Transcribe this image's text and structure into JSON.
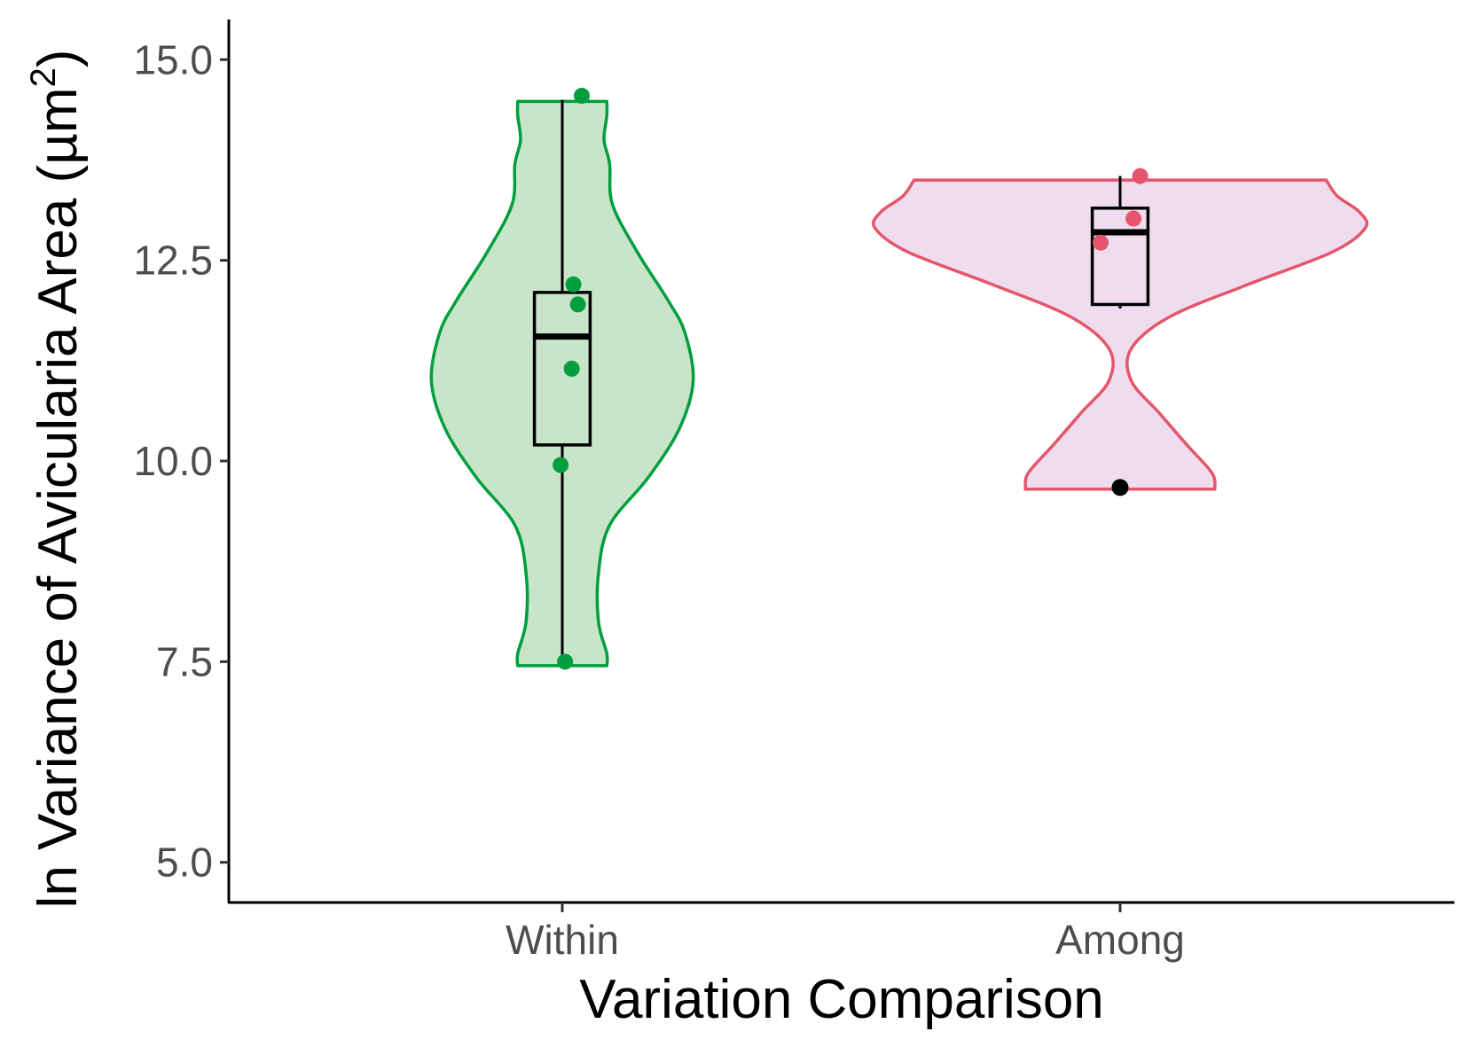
{
  "chart_data": {
    "type": "violin",
    "xlabel": "Variation Comparison",
    "ylabel": {
      "main": "ln Variance of Avicularia Area (",
      "unit": "µm",
      "superscript": "2",
      "close": ")"
    },
    "ylim": [
      4.5,
      15.5
    ],
    "yticks": [
      "5.0",
      "7.5",
      "10.0",
      "12.5",
      "15.0"
    ],
    "grid": false,
    "legend": "none",
    "categories": [
      "Within",
      "Among"
    ],
    "series": [
      {
        "category": "Within",
        "color": "#009E3D",
        "fill": "#C8E5CA",
        "violin": {
          "y": [
            7.45,
            7.6,
            8.0,
            8.6,
            9.2,
            9.8,
            10.4,
            11.0,
            11.6,
            12.0,
            12.6,
            13.2,
            13.7,
            14.0,
            14.3,
            14.48
          ],
          "halfwidth": [
            0.08,
            0.08,
            0.065,
            0.065,
            0.085,
            0.155,
            0.21,
            0.235,
            0.22,
            0.19,
            0.135,
            0.09,
            0.085,
            0.075,
            0.08,
            0.08
          ]
        },
        "box": {
          "min": 7.5,
          "q1": 10.2,
          "median": 11.55,
          "q3": 12.1,
          "max": 14.5
        },
        "points": [
          {
            "x_offset": 0.035,
            "y": 14.55
          },
          {
            "x_offset": 0.02,
            "y": 12.2
          },
          {
            "x_offset": 0.028,
            "y": 11.95
          },
          {
            "x_offset": 0.017,
            "y": 11.15
          },
          {
            "x_offset": -0.003,
            "y": 9.95
          },
          {
            "x_offset": 0.005,
            "y": 7.5
          }
        ],
        "outliers": []
      },
      {
        "category": "Among",
        "color": "#E5566C",
        "fill": "#EFDCEF",
        "violin": {
          "y": [
            9.65,
            9.85,
            10.2,
            10.6,
            11.0,
            11.4,
            11.8,
            12.2,
            12.6,
            12.9,
            13.1,
            13.3,
            13.5
          ],
          "halfwidth": [
            0.17,
            0.165,
            0.12,
            0.07,
            0.02,
            0.02,
            0.09,
            0.23,
            0.38,
            0.44,
            0.43,
            0.39,
            0.37
          ]
        },
        "box": {
          "min": 11.9,
          "q1": 11.95,
          "median": 12.85,
          "q3": 13.15,
          "max": 13.55
        },
        "points": [
          {
            "x_offset": 0.036,
            "y": 13.55
          },
          {
            "x_offset": 0.024,
            "y": 13.02
          },
          {
            "x_offset": -0.035,
            "y": 12.72
          }
        ],
        "outliers": [
          {
            "x_offset": 0.0,
            "y": 9.67
          }
        ]
      }
    ]
  }
}
